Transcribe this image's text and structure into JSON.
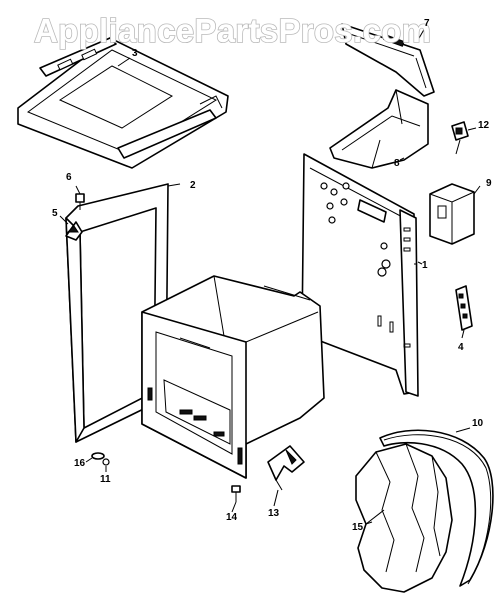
{
  "watermark": "AppliancePartsPros.com",
  "callouts": [
    "1",
    "2",
    "3",
    "4",
    "5",
    "6",
    "7",
    "8",
    "9",
    "10",
    "11",
    "12",
    "13",
    "14",
    "15",
    "16"
  ]
}
